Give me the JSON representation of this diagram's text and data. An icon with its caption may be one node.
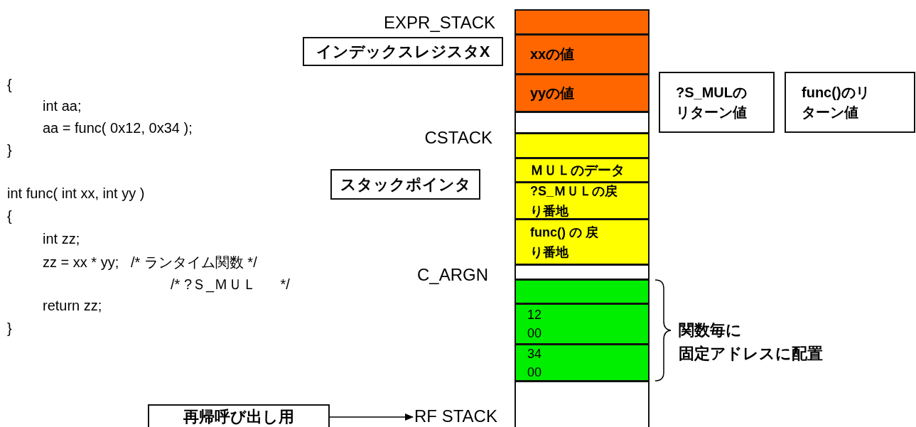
{
  "diagram": {
    "nodes": [
      {
        "text": [
          "インデックスレジスタX"
        ]
      },
      {
        "text": [],
        "shape": "box"
      },
      {
        "text": [
          "xxの値"
        ]
      },
      {
        "text": [
          "yyの値"
        ]
      },
      {
        "text": [],
        "shape": "box"
      },
      {
        "text": [
          "?S_MULのリターン値"
        ]
      },
      {
        "text": [
          "func()のリターン値"
        ]
      },
      {
        "text": [],
        "shape": "box"
      },
      {
        "text": [
          "スタックポインタ"
        ]
      },
      {
        "text": [
          "ＭＵＬのデータ"
        ]
      },
      {
        "text": [
          "?S_ＭＵＬの戻り番地"
        ]
      },
      {
        "text": [
          "func() の 戻り番地"
        ]
      },
      {
        "text": [],
        "shape": "box"
      },
      {
        "text": [],
        "shape": "box"
      },
      {
        "text": [
          "12",
          "00"
        ]
      },
      {
        "text": [
          "34",
          "00"
        ]
      },
      {
        "text": [],
        "shape": "box"
      },
      {
        "text": [
          "再帰呼び出し用"
        ]
      },
      {
        "text": [
          "RF STACK"
        ]
      }
    ],
    "edges": [
      {
        "from": 17,
        "to": 18,
        "arrow": "to"
      }
    ],
    "labels": [
      "{",
      "int aa;",
      "aa = func( 0x12, 0x34 );",
      "}",
      "int func( int xx, int yy )",
      "{",
      "int zz;",
      "zz = xx * yy;   /* ランタイム関数 */",
      "/* ?Ｓ_ＭＵＬ      */",
      "return zz;",
      "}",
      "EXPR_STACK",
      "CSTACK",
      "C_ARGN",
      "関数毎に",
      "固定アドレスに配置"
    ]
  }
}
